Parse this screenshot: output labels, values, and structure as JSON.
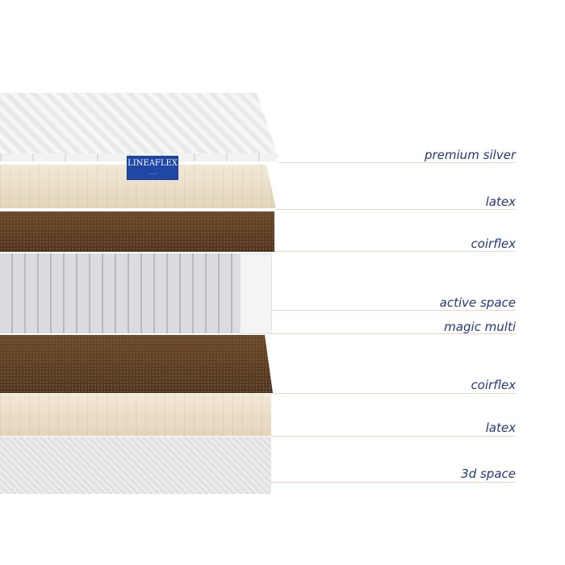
{
  "brand": {
    "logo_text": "LINEAFLEX"
  },
  "layers": [
    {
      "label": "premium silver"
    },
    {
      "label": "latex"
    },
    {
      "label": "coirflex"
    },
    {
      "label": "active space"
    },
    {
      "label": "magic multi"
    },
    {
      "label": "coirflex"
    },
    {
      "label": "latex"
    },
    {
      "label": "3d space"
    }
  ],
  "colors": {
    "label": "#23397a",
    "leader_line": "#ecd6c3"
  }
}
